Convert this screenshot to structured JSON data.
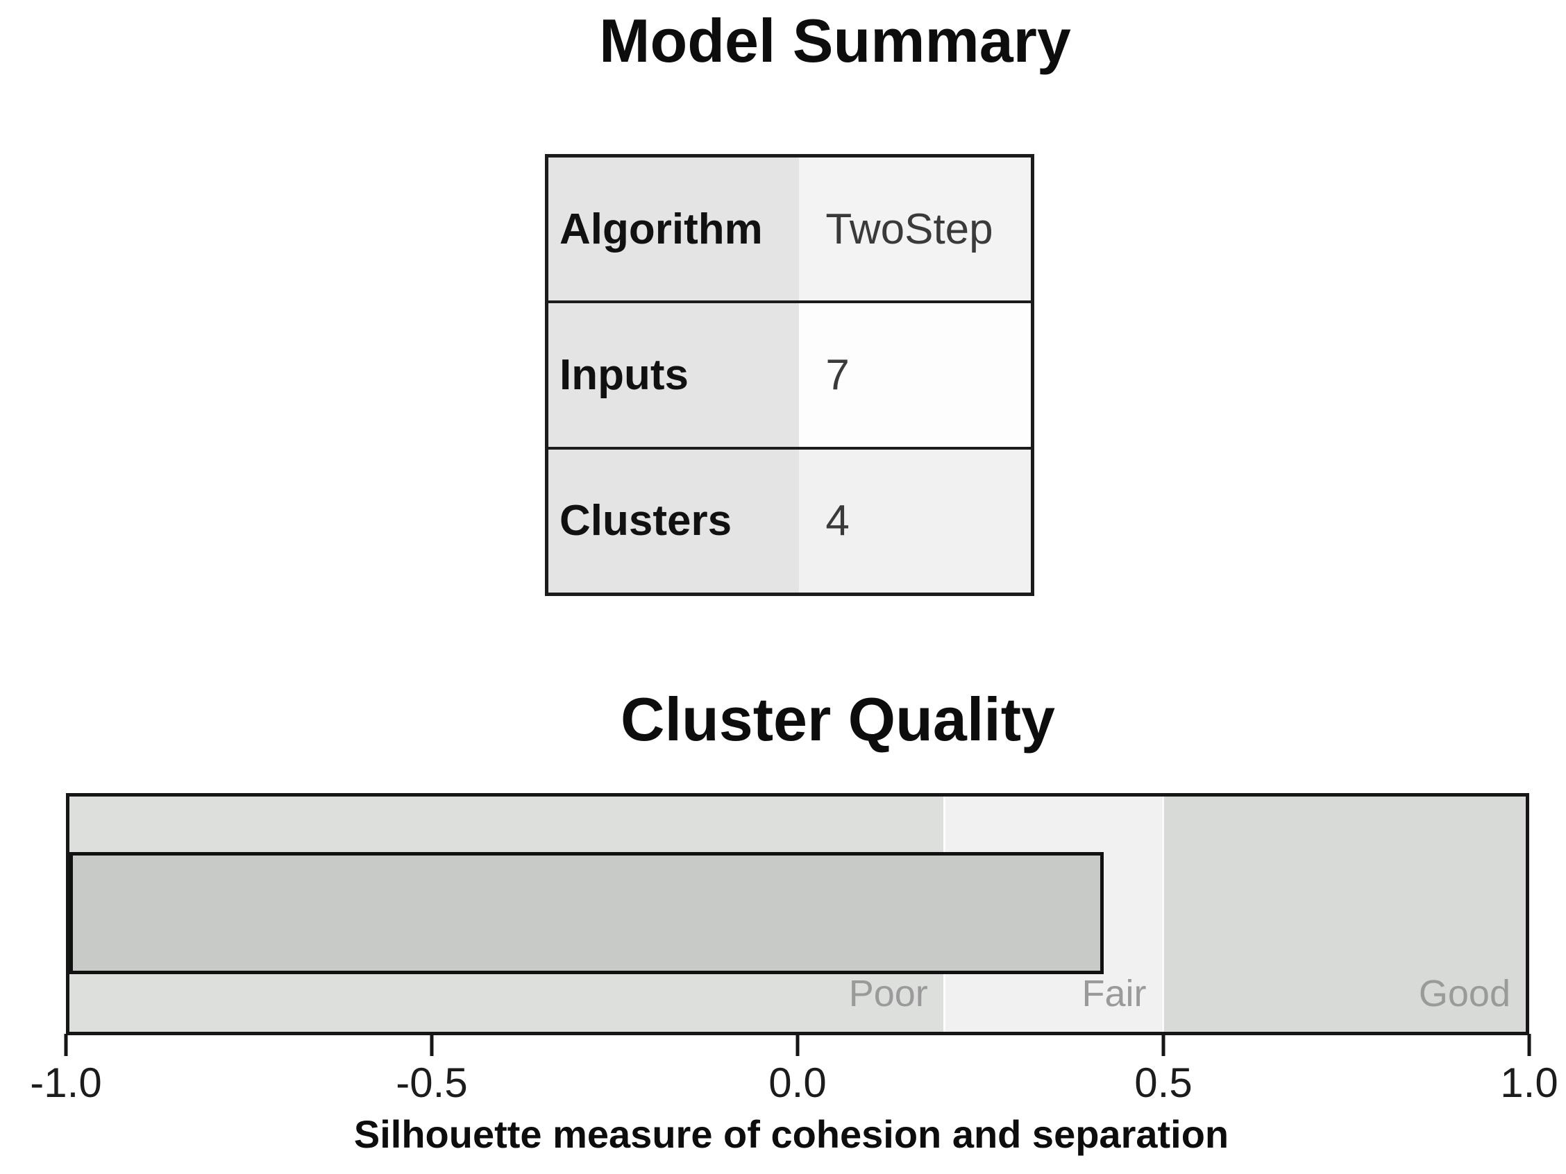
{
  "model_summary": {
    "title": "Model Summary",
    "rows": [
      {
        "label": "Algorithm",
        "value": "TwoStep"
      },
      {
        "label": "Inputs",
        "value": "7"
      },
      {
        "label": "Clusters",
        "value": "4"
      }
    ]
  },
  "chart_data": {
    "type": "bar",
    "title": "Cluster Quality",
    "xlabel": "Silhouette measure of cohesion and separation",
    "xlim": [
      -1.0,
      1.0
    ],
    "x_ticks": [
      -1.0,
      -0.5,
      0.0,
      0.5,
      1.0
    ],
    "x_tick_labels": [
      "-1.0",
      "-0.5",
      "0.0",
      "0.5",
      "1.0"
    ],
    "bar_start": -1.0,
    "value": 0.42,
    "bar_color": "#c7cac7",
    "bar_border_color": "#111111",
    "zone_label_color": "#9a9a9a",
    "grid": "off",
    "legend": "off",
    "zones": [
      {
        "label": "Poor",
        "from": -1.0,
        "to": 0.2,
        "color": "#dddfdd"
      },
      {
        "label": "Fair",
        "from": 0.2,
        "to": 0.5,
        "color": "#f0f1f0"
      },
      {
        "label": "Good",
        "from": 0.5,
        "to": 1.0,
        "color": "#d7dad7"
      }
    ]
  }
}
